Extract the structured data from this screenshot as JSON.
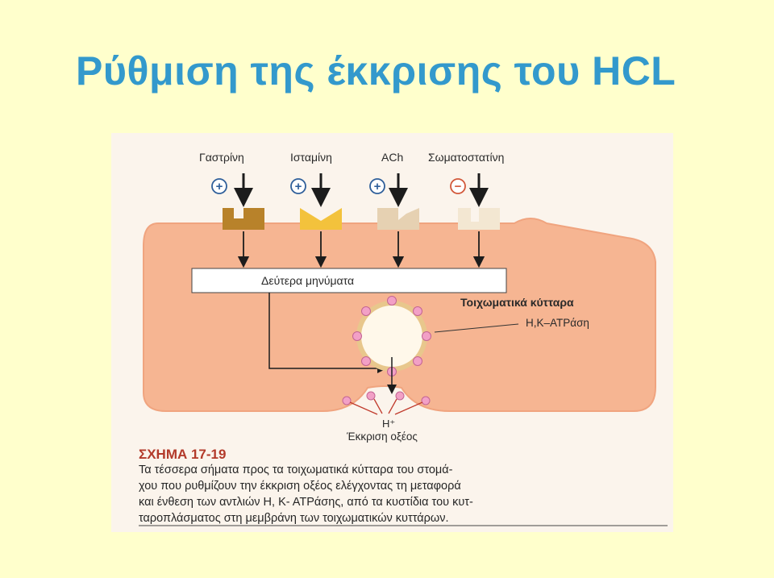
{
  "slide": {
    "title": "Ρύθμιση της έκκρισης του HCL"
  },
  "figure": {
    "signals": [
      {
        "label": "Γαστρίνη",
        "effect": "+",
        "receptor_color": "#b8822a"
      },
      {
        "label": "Ισταμίνη",
        "effect": "+",
        "receptor_color": "#f3c23c"
      },
      {
        "label": "ACh",
        "effect": "+",
        "receptor_color": "#e6d1b2"
      },
      {
        "label": "Σωματοστατίνη",
        "effect": "−",
        "receptor_color": "#f3e7d2"
      }
    ],
    "second_messengers": "Δεύτερα μηνύματα",
    "cell_label": "Τοιχωματικά κύτταρα",
    "pump_label": "Η,Κ–ΑΤΡάση",
    "ion_label": "H⁺",
    "secretion_label": "Έκκριση οξέος",
    "caption_title": "ΣΧΗΜΑ 17-19",
    "caption_lines": [
      "Τα τέσσερα σήματα προς τα τοιχωματικά κύτταρα του στομά-",
      "χου που ρυθμίζουν την έκκριση οξέος ελέγχοντας τη μεταφορά",
      "και ένθεση των αντλιών Η, Κ- ΑΤΡάσης, από τα κυστίδια του κυτ-",
      "ταροπλάσματος στη μεμβράνη των τοιχωματικών κυττάρων."
    ],
    "colors": {
      "cell_fill": "#f6b592",
      "cell_edge": "#f0a47f",
      "plus_sign": "#2f5f9a",
      "minus_sign": "#d2583a",
      "pump_pink": "#f2a0c6",
      "caption_title": "#b33a2a"
    }
  }
}
